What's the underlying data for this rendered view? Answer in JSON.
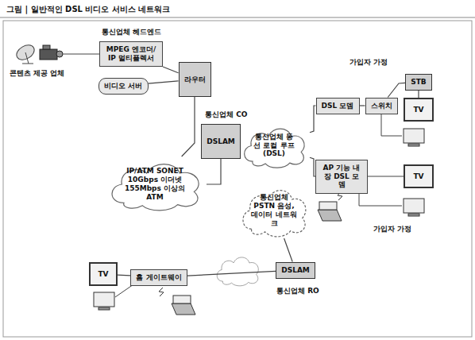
{
  "diagram": {
    "title": "그림 | 일반적인 DSL 비디오 서비스 네트워크",
    "nodes": [
      {
        "text": [
          "MPEG 엔코더/ IP 멀티플렉서"
        ]
      },
      {
        "text": [
          "라우터"
        ]
      },
      {
        "text": [
          "비디오 서버"
        ]
      },
      {
        "text": [
          "IP/ATM SONET 10Gbps 이더넷 155Mbps 이상의 ATM"
        ]
      },
      {
        "text": [
          "DSLAM"
        ]
      },
      {
        "text": [
          "통신업체 동선 로컬 루프(DSL)"
        ]
      },
      {
        "text": [
          "통신업체 PSTN 음성, 데이터 네트워크"
        ]
      },
      {
        "text": [
          "DSL 모뎀"
        ]
      },
      {
        "text": [
          "스위치"
        ]
      },
      {
        "text": [
          "STB"
        ]
      },
      {
        "text": [
          "TV"
        ]
      },
      {
        "text": [
          "AP 기능 내장 DSL 모뎀"
        ]
      },
      {
        "text": [
          "TV"
        ]
      },
      {
        "text": [
          "TV"
        ]
      },
      {
        "text": [
          "홈 게이트웨이"
        ]
      },
      {
        "text": [
          "DSLAM"
        ]
      }
    ],
    "edges": [
      {
        "from": 0,
        "to": 1,
        "arrow": "none"
      },
      {
        "from": 2,
        "to": 1,
        "arrow": "none"
      },
      {
        "from": 1,
        "to": 3,
        "arrow": "none"
      },
      {
        "from": 3,
        "to": 4,
        "arrow": "none"
      },
      {
        "from": 4,
        "to": 5,
        "arrow": "none"
      },
      {
        "from": 5,
        "to": 7,
        "arrow": "none"
      },
      {
        "from": 5,
        "to": 11,
        "arrow": "none"
      },
      {
        "from": 7,
        "to": 8,
        "arrow": "none"
      },
      {
        "from": 8,
        "to": 9,
        "arrow": "none"
      },
      {
        "from": 9,
        "to": 10,
        "arrow": "none"
      },
      {
        "from": 11,
        "to": 12,
        "arrow": "none"
      },
      {
        "from": 13,
        "to": 14,
        "arrow": "none"
      },
      {
        "from": 14,
        "to": 15,
        "arrow": "none"
      },
      {
        "from": 15,
        "to": 6,
        "arrow": "none"
      }
    ],
    "labels": [
      "콘텐츠 제공 업체",
      "통신업체 헤드엔드",
      "통신업체 CO",
      "가입자 가정",
      "가입자 가정",
      "통신업체 RO"
    ]
  }
}
